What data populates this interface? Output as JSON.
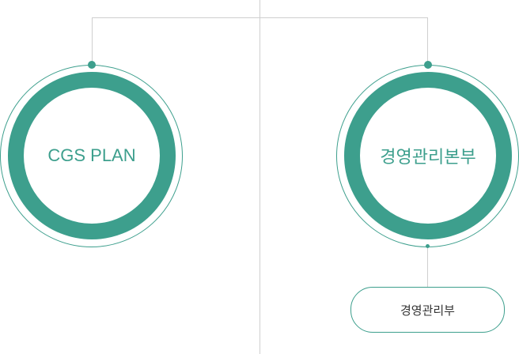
{
  "diagram": {
    "accent_color": "#3d9f8d",
    "line_color": "#cfcfcf",
    "nodes": {
      "left_circle": {
        "label": "CGS PLAN"
      },
      "right_circle": {
        "label": "경영관리본부"
      },
      "sub_pill": {
        "label": "경영관리부"
      }
    }
  }
}
